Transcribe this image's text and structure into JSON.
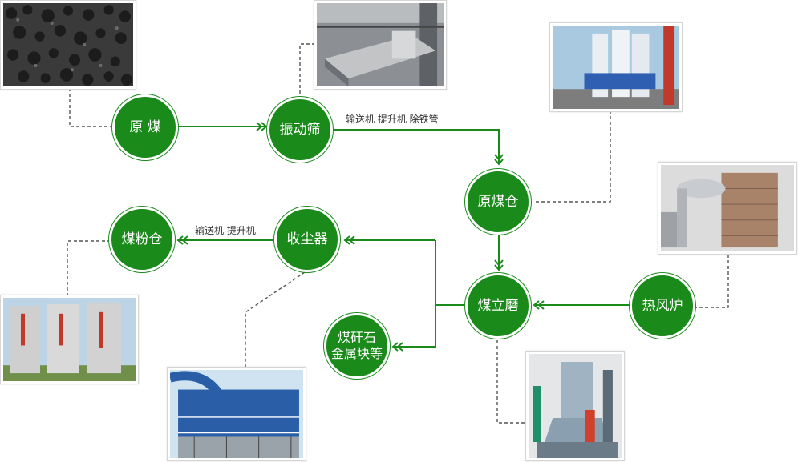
{
  "colors": {
    "flow": "#1a8a1a",
    "node_fill": "#1a8a1a",
    "node_text": "#ffffff",
    "connector": "#555555",
    "label_text": "#333333"
  },
  "nodes": {
    "raw_coal": "原 煤",
    "vibrating_screen": "振动筛",
    "raw_coal_bin": "原煤仓",
    "coal_mill": "煤立磨",
    "hot_air_furnace": "热风炉",
    "dust_collector": "收尘器",
    "coal_powder_bin": "煤粉仓",
    "gangue_metal": "煤矸石\n金属块等"
  },
  "labels": {
    "screen_to_bin": "输送机   提升机   除铁管",
    "collector_to_powder": "输送机   提升机"
  },
  "photos": {
    "raw_coal": "coal-pile-photo",
    "vibrating_screen": "vibrating-screen-photo",
    "raw_coal_bin": "storage-silos-photo",
    "hot_air_furnace": "hot-air-furnace-photo",
    "coal_powder_bin": "powder-silos-photo",
    "dust_collector": "dust-collector-photo",
    "coal_mill": "vertical-mill-photo"
  }
}
